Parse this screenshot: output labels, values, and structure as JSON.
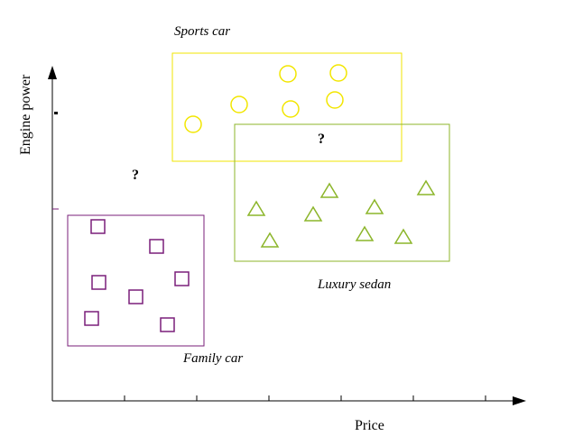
{
  "axes": {
    "x_label": "Price",
    "y_label": "Engine power"
  },
  "groups": [
    {
      "key": "sports",
      "label": "Sports car",
      "shape": "circle",
      "color": "#f2e600"
    },
    {
      "key": "luxury",
      "label": "Luxury sedan",
      "shape": "triangle",
      "color": "#8cb52a"
    },
    {
      "key": "family",
      "label": "Family car",
      "shape": "square",
      "color": "#7a1f7a"
    }
  ],
  "unknowns": [
    "?",
    "?"
  ],
  "colors": {
    "axis": "#000000",
    "background": "#ffffff"
  }
}
